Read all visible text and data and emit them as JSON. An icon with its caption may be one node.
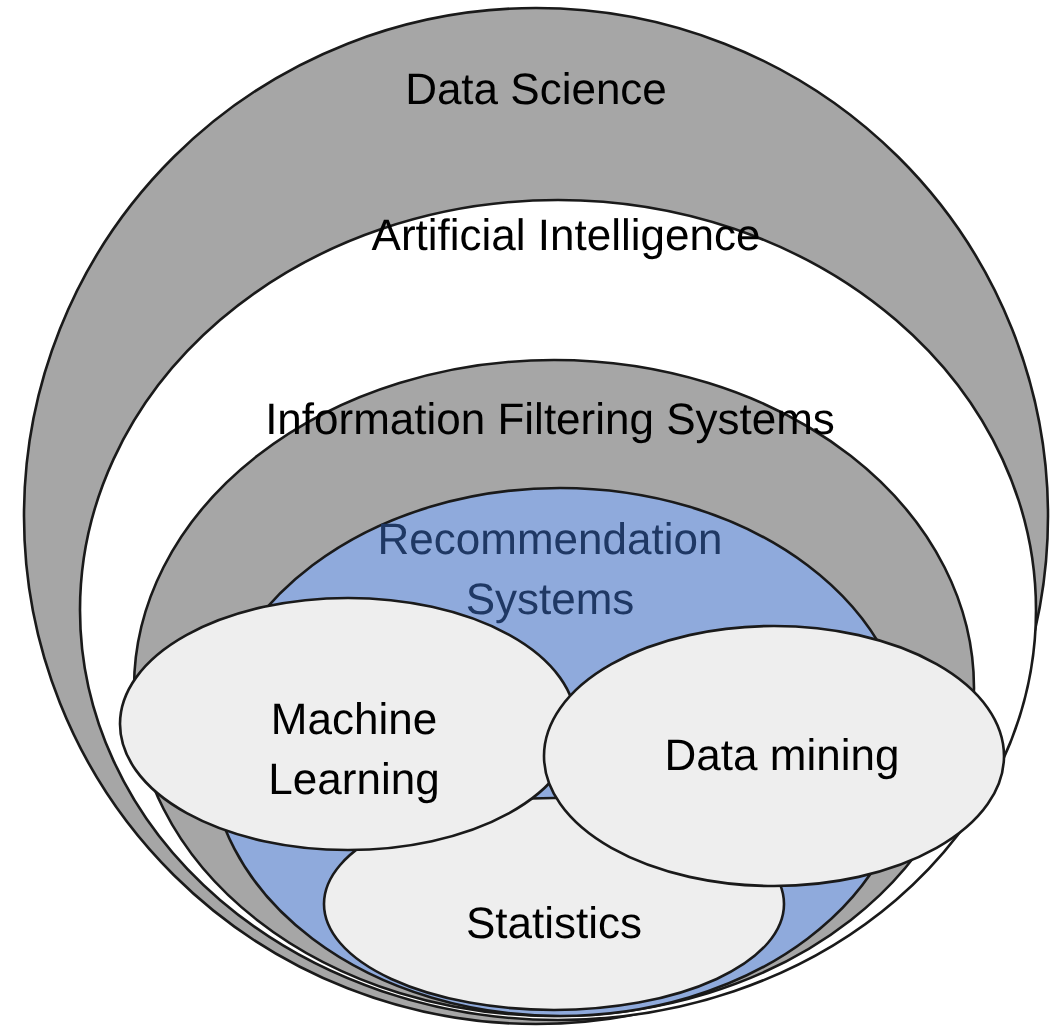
{
  "diagram": {
    "nodes": [
      {
        "text": [
          "Data Science"
        ]
      },
      {
        "text": [
          "Artificial Intelligence"
        ],
        "in": 0
      },
      {
        "text": [
          "Information Filtering Systems"
        ],
        "in": 1
      },
      {
        "text": [
          "Recommendation Systems"
        ],
        "in": 2
      },
      {
        "text": [
          "Machine Learning"
        ],
        "in": 2
      },
      {
        "text": [
          "Data mining"
        ],
        "in": 1
      },
      {
        "text": [
          "Statistics"
        ],
        "in": 3
      }
    ]
  }
}
